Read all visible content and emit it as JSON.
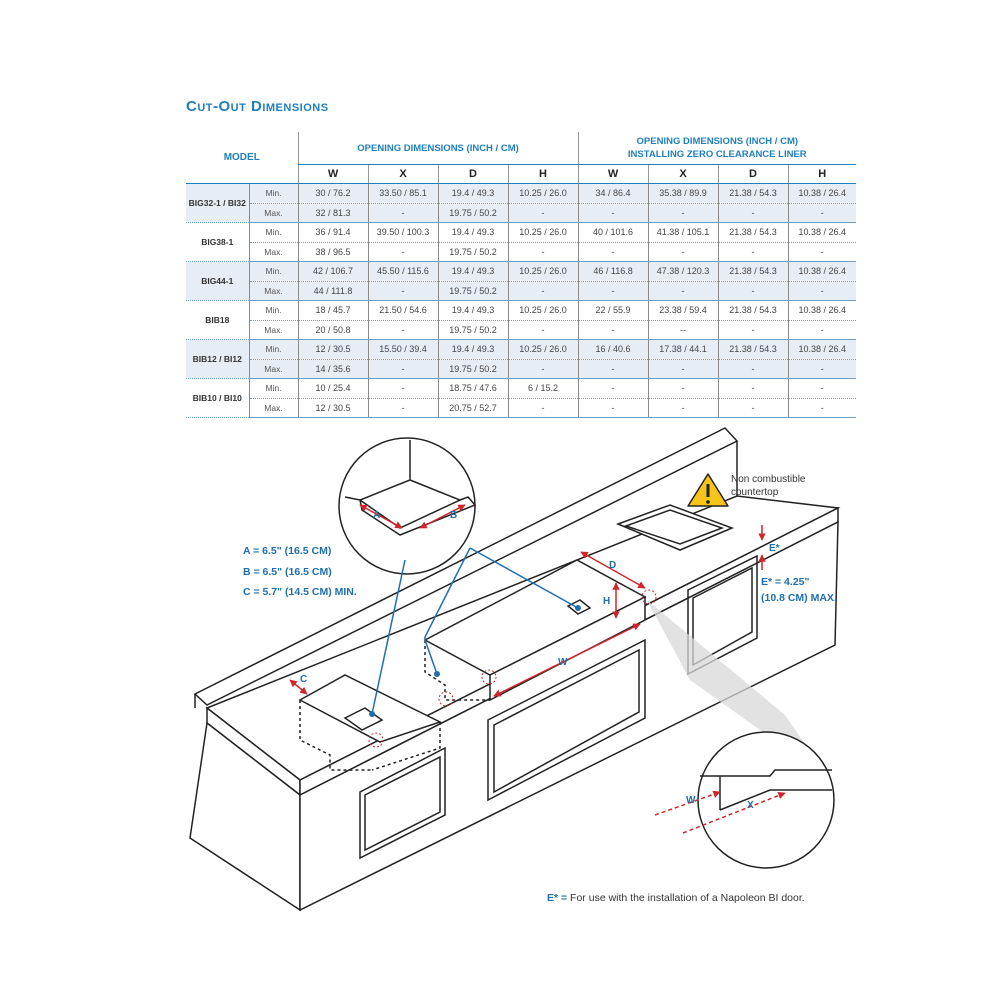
{
  "title": "Cut-Out Dimensions",
  "table": {
    "model_header": "MODEL",
    "group1_header": "OPENING DIMENSIONS (INCH / CM)",
    "group2_header_line1": "OPENING DIMENSIONS (INCH / CM)",
    "group2_header_line2": "INSTALLING ZERO CLEARANCE LINER",
    "columns": [
      "W",
      "X",
      "D",
      "H",
      "W",
      "X",
      "D",
      "H"
    ],
    "rows": [
      {
        "model": "BIG32-1 / BI32",
        "type": "Min.",
        "cells": [
          "30 / 76.2",
          "33.50 / 85.1",
          "19.4 / 49.3",
          "10.25 / 26.0",
          "34 / 86.4",
          "35.38 / 89.9",
          "21.38 / 54.3",
          "10.38 / 26.4"
        ]
      },
      {
        "model": "",
        "type": "Max.",
        "cells": [
          "32 / 81.3",
          "-",
          "19.75 / 50.2",
          "-",
          "-",
          "-",
          "-",
          "-"
        ]
      },
      {
        "model": "BIG38-1",
        "type": "Min.",
        "cells": [
          "36 / 91.4",
          "39.50 / 100.3",
          "19.4 / 49.3",
          "10.25 / 26.0",
          "40 / 101.6",
          "41.38 / 105.1",
          "21.38 / 54.3",
          "10.38 / 26.4"
        ]
      },
      {
        "model": "",
        "type": "Max.",
        "cells": [
          "38 / 96.5",
          "-",
          "19.75 / 50.2",
          "-",
          "-",
          "-",
          "-",
          "-"
        ]
      },
      {
        "model": "BIG44-1",
        "type": "Min.",
        "cells": [
          "42 / 106.7",
          "45.50 / 115.6",
          "19.4 / 49.3",
          "10.25 / 26.0",
          "46 / 116.8",
          "47.38 / 120.3",
          "21.38 / 54.3",
          "10.38 / 26.4"
        ]
      },
      {
        "model": "",
        "type": "Max.",
        "cells": [
          "44 / 111.8",
          "-",
          "19.75 / 50.2",
          "-",
          "-",
          "-",
          "-",
          "-"
        ]
      },
      {
        "model": "BIB18",
        "type": "Min.",
        "cells": [
          "18 / 45.7",
          "21.50 / 54.6",
          "19.4 / 49.3",
          "10.25 / 26.0",
          "22 / 55.9",
          "23.38 / 59.4",
          "21.38 / 54.3",
          "10.38 / 26.4"
        ]
      },
      {
        "model": "",
        "type": "Max.",
        "cells": [
          "20 / 50.8",
          "-",
          "19.75 / 50.2",
          "-",
          "-",
          "--",
          "-",
          "-"
        ]
      },
      {
        "model": "BIB12 / BI12",
        "type": "Min.",
        "cells": [
          "12 / 30.5",
          "15.50 / 39.4",
          "19.4 / 49.3",
          "10.25 / 26.0",
          "16 / 40.6",
          "17.38 / 44.1",
          "21.38 / 54.3",
          "10.38 / 26.4"
        ]
      },
      {
        "model": "",
        "type": "Max.",
        "cells": [
          "14 / 35.6",
          "-",
          "19.75 / 50.2",
          "-",
          "-",
          "-",
          "-",
          "-"
        ]
      },
      {
        "model": "BIB10 / BI10",
        "type": "Min.",
        "cells": [
          "10 / 25.4",
          "-",
          "18.75 / 47.6",
          "6 / 15.2",
          "-",
          "-",
          "-",
          "-"
        ]
      },
      {
        "model": "",
        "type": "Max.",
        "cells": [
          "12 / 30.5",
          "-",
          "20.75 / 52.7",
          "-",
          "-",
          "-",
          "-",
          "-"
        ]
      }
    ]
  },
  "drawing": {
    "callout_a": "A = 6.5\" (16.5 CM)",
    "callout_b": "B = 6.5\" (16.5 CM)",
    "callout_c": "C = 5.7\" (14.5 CM) MIN.",
    "callout_e_line1": "E* = 4.25\"",
    "callout_e_line2": "(10.8 CM) MAX.",
    "warning_line1": "Non combustible",
    "warning_line2": "countertop",
    "label_a": "A",
    "label_b": "B",
    "label_c": "C",
    "label_d": "D",
    "label_h": "H",
    "label_w": "W",
    "label_e": "E*",
    "label_w2": "W",
    "label_x": "X",
    "footnote_key": "E* =",
    "footnote_text": " For use with the installation of a Napoleon BI door.",
    "colors": {
      "accent_blue": "#1f7fbf",
      "dimension_red": "#d0262b",
      "table_shade": "#e6edf5",
      "warning_yellow": "#f5c518"
    }
  }
}
